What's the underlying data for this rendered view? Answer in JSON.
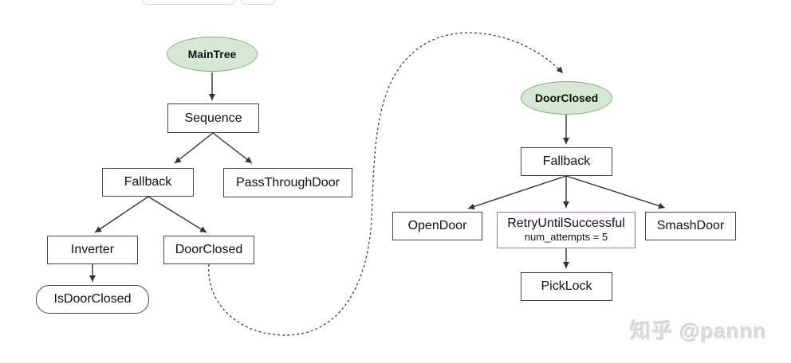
{
  "diagram_type": "behavior-tree",
  "main_tree": {
    "root_label": "MainTree",
    "nodes": {
      "sequence": "Sequence",
      "fallback": "Fallback",
      "pass_through_door": "PassThroughDoor",
      "inverter": "Inverter",
      "door_closed_ref": "DoorClosed",
      "is_door_closed": "IsDoorClosed"
    }
  },
  "subtree": {
    "root_label": "DoorClosed",
    "nodes": {
      "fallback": "Fallback",
      "open_door": "OpenDoor",
      "retry_until_successful": "RetryUntilSuccessful",
      "retry_param": "num_attempts = 5",
      "smash_door": "SmashDoor",
      "pick_lock": "PickLock"
    }
  },
  "edges": [
    {
      "from": "MainTree",
      "to": "Sequence",
      "style": "solid"
    },
    {
      "from": "Sequence",
      "to": "Fallback",
      "style": "solid"
    },
    {
      "from": "Sequence",
      "to": "PassThroughDoor",
      "style": "solid"
    },
    {
      "from": "Fallback",
      "to": "Inverter",
      "style": "solid"
    },
    {
      "from": "Fallback",
      "to": "DoorClosed",
      "style": "solid"
    },
    {
      "from": "Inverter",
      "to": "IsDoorClosed",
      "style": "solid"
    },
    {
      "from": "DoorClosed (leaf)",
      "to": "DoorClosed (subtree root)",
      "style": "dashed"
    },
    {
      "from": "DoorClosed (subtree root)",
      "to": "Fallback",
      "style": "solid"
    },
    {
      "from": "Fallback (subtree)",
      "to": "OpenDoor",
      "style": "solid"
    },
    {
      "from": "Fallback (subtree)",
      "to": "RetryUntilSuccessful",
      "style": "solid"
    },
    {
      "from": "Fallback (subtree)",
      "to": "SmashDoor",
      "style": "solid"
    },
    {
      "from": "RetryUntilSuccessful",
      "to": "PickLock",
      "style": "solid"
    }
  ],
  "watermark": {
    "text": "知乎 @pannn"
  },
  "colors": {
    "subtree_fill": "#d5e8d4",
    "subtree_stroke": "#8ca87c",
    "node_stroke": "#474747",
    "retry_stroke": "#827cc0",
    "edge": "#333333"
  }
}
